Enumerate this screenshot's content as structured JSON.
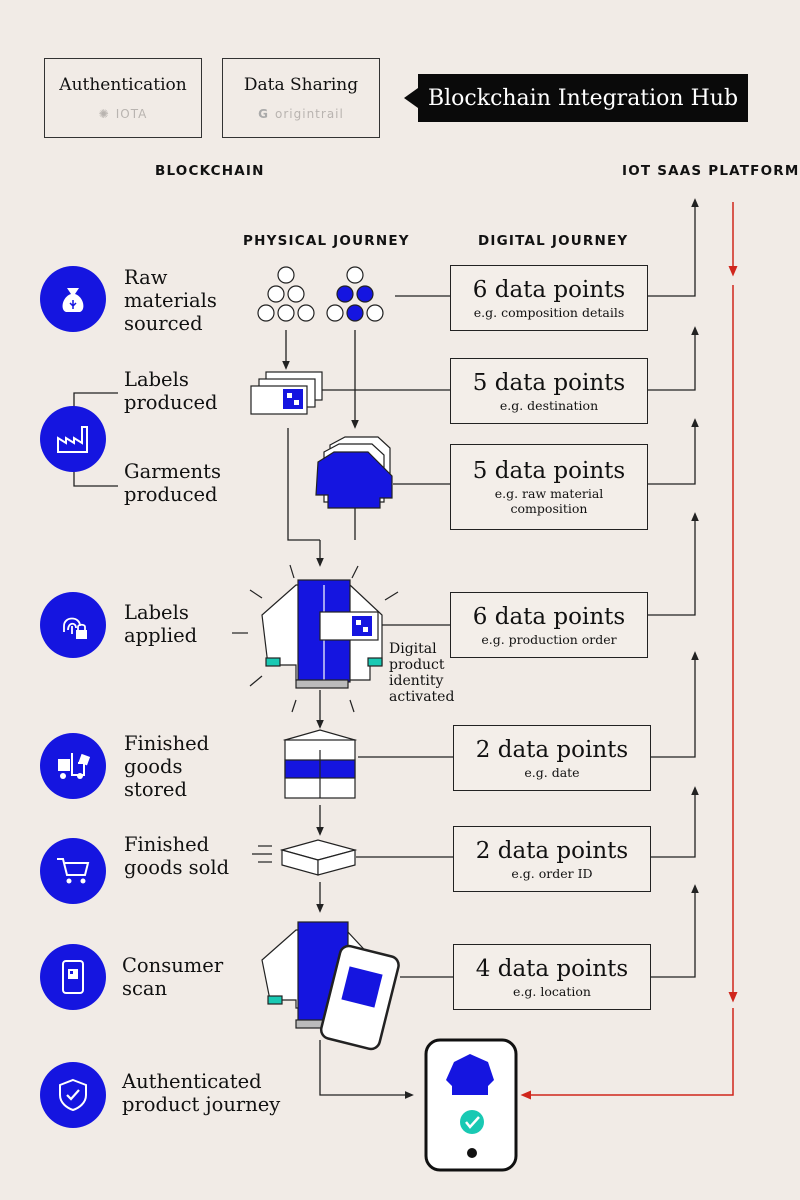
{
  "header": {
    "boxes": [
      {
        "title": "Authentication",
        "logo": "IOTA"
      },
      {
        "title": "Data Sharing",
        "logo": "origintrail"
      }
    ],
    "hub_label": "Blockchain Integration Hub"
  },
  "columns": {
    "blockchain": "BLOCKCHAIN",
    "iot": "IOT SAAS PLATFORM",
    "physical": "PHYSICAL JOURNEY",
    "digital": "DIGITAL JOURNEY"
  },
  "stages": [
    {
      "label": "Raw materials sourced",
      "icon": "sack-icon"
    },
    {
      "label": "Labels produced",
      "icon": "factory-icon"
    },
    {
      "label": "Garments produced",
      "icon": "factory-icon"
    },
    {
      "label": "Labels applied",
      "icon": "fingerprint-lock-icon"
    },
    {
      "label": "Finished goods stored",
      "icon": "forklift-icon"
    },
    {
      "label": "Finished goods sold",
      "icon": "cart-icon"
    },
    {
      "label": "Consumer scan",
      "icon": "phone-qr-icon"
    },
    {
      "label": "Authenticated product journey",
      "icon": "shield-check-icon"
    }
  ],
  "data_boxes": [
    {
      "count": "6 data points",
      "example": "e.g. composition details"
    },
    {
      "count": "5 data points",
      "example": "e.g. destination"
    },
    {
      "count": "5 data points",
      "example": "e.g.  raw material composition"
    },
    {
      "count": "6 data points",
      "example": "e.g. production order"
    },
    {
      "count": "2 data points",
      "example": "e.g. date"
    },
    {
      "count": "2 data points",
      "example": "e.g. order ID"
    },
    {
      "count": "4 data points",
      "example": "e.g. location"
    }
  ],
  "note": "Digital product identity activated",
  "colors": {
    "accent": "#1515e0",
    "background": "#f1ebe6",
    "red_line": "#d0261c",
    "teal": "#19c9b3"
  }
}
